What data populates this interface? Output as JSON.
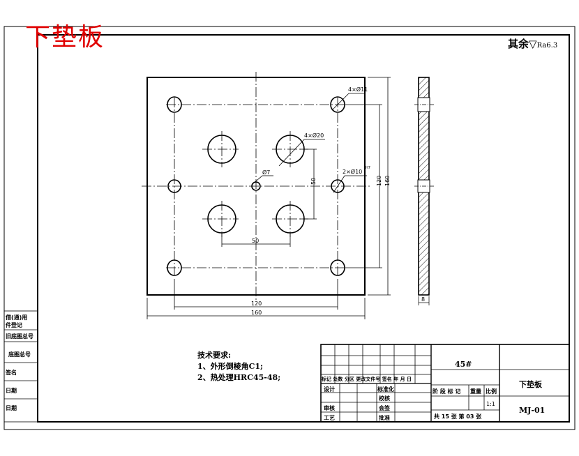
{
  "drawing": {
    "title": "下垫板",
    "roughness_prefix": "其余",
    "roughness_value": "Ra6.3",
    "dims": {
      "hole_small": "4×Ø11",
      "hole_large": "4×Ø20",
      "hole_center": "Ø7",
      "hole_pin": "2×Ø10",
      "pin_tol": "H7",
      "w_outer": "160",
      "w_inner": "120",
      "h_outer": "160",
      "h_inner": "120",
      "hole_spacing_h": "50",
      "hole_spacing_v": "50",
      "thickness": "8"
    },
    "notes": {
      "heading": "技术要求:",
      "line1": "1、外形倒棱角C1;",
      "line2": "2、热处理HRC45-48;"
    }
  },
  "side_labels": [
    "借(通)用",
    "件登记",
    "旧底图总号",
    "底图总号",
    "签名",
    "日期",
    "日期"
  ],
  "title_block": {
    "material": "45#",
    "part_name": "下垫板",
    "drawing_no": "MJ-01",
    "scale": "1:1",
    "sheets": "共 15 张  第 03 张",
    "row_header": "标记 处数 分区 更改文件号 签名 年 月 日",
    "design": "设计",
    "standardize": "标准化",
    "audit": "审核",
    "process": "工艺",
    "check": "校核",
    "sign": "会签",
    "approve": "批准",
    "stage_header": "阶 段 标 记",
    "weight": "重量",
    "ratio": "比例"
  }
}
